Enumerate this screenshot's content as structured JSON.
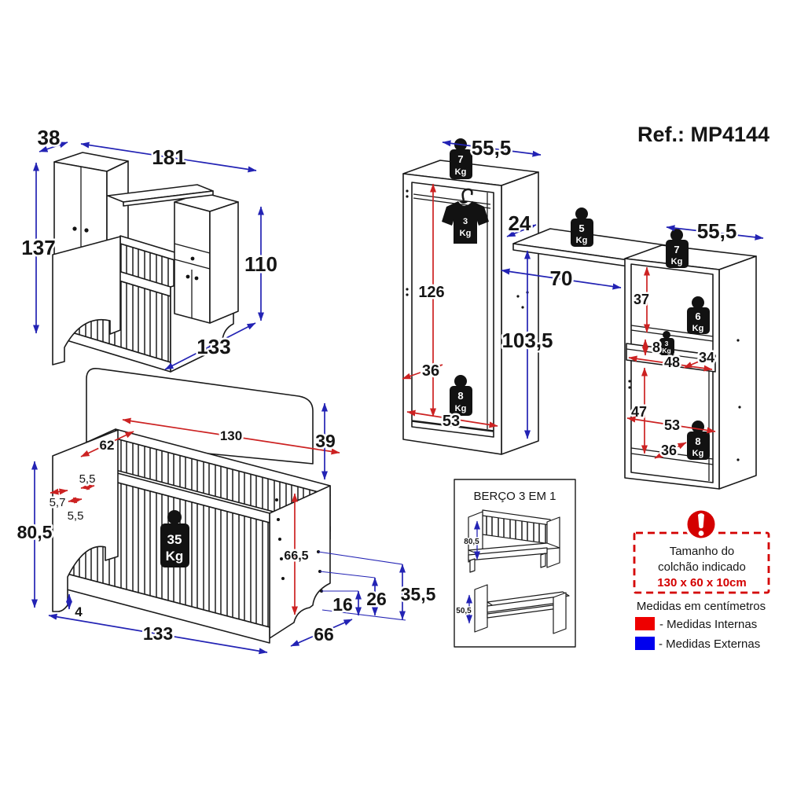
{
  "title": {
    "ref": "Ref.: MP4144"
  },
  "units_kg": "Kg",
  "colors": {
    "internal_measure": "#ee0000",
    "external_measure": "#0000ee",
    "arrow_red": "#cc2222",
    "arrow_blue": "#2323b4",
    "warning_red": "#d40000",
    "line_black": "#1a1a1a"
  },
  "icons": {
    "weight": "kettlebell-weight-icon",
    "shirt": "hanging-shirt-icon",
    "warning": "exclamation-circle-icon"
  },
  "combo": {
    "depth": "38",
    "width": "181",
    "height_left": "137",
    "height_right": "110",
    "length": "133"
  },
  "wardrobe": {
    "width_top": "55,5",
    "inner_height": "126",
    "inner_depth": "36",
    "inner_width": "53",
    "ext_height": "103,5",
    "shelf_depth": "24",
    "shelf_span": "70",
    "w_top": "7",
    "w_shirt": "3",
    "w_shelf": "5",
    "w_base": "8"
  },
  "cabinet": {
    "width_top": "55,5",
    "upper_height": "37",
    "drawer_height": "8",
    "drawer_width": "48",
    "drawer_depth": "34",
    "lower_height": "47",
    "lower_width": "53",
    "lower_depth": "36",
    "w_top": "7",
    "w_shelf": "6",
    "w_drawer": "3",
    "w_base": "8"
  },
  "crib": {
    "inner_length": "130",
    "inner_width": "62",
    "headboard_height": "39",
    "slat_gap_a": "5,5",
    "slat_gap_b": "5,7",
    "slat_gap_c": "5,5",
    "height": "80,5",
    "inner_height": "66,5",
    "hole_1": "16",
    "hole_2": "26",
    "hole_3": "35,5",
    "foot_height": "4",
    "length": "133",
    "depth": "66",
    "w_max": "35"
  },
  "inset": {
    "title": "BERÇO 3 EM 1",
    "crib_height": "80,5",
    "bed_height": "50,5"
  },
  "legend": {
    "mattress_title_1": "Tamanho do",
    "mattress_title_2": "colchão indicado",
    "mattress_size": "130 x 60 x 10cm",
    "units_note": "Medidas em centímetros",
    "internal_label": "- Medidas Internas",
    "external_label": "- Medidas Externas"
  }
}
